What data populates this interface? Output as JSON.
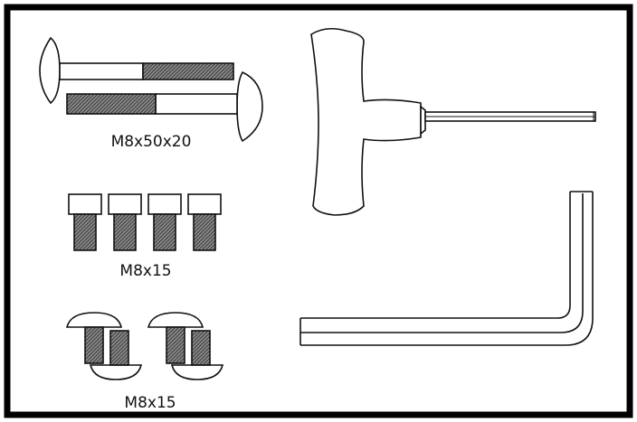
{
  "labels": {
    "long_bolts": "M8x50x20",
    "socket_screws": "M8x15",
    "round_head_bolts": "M8x15"
  },
  "colors": {
    "stroke": "#111111",
    "thread": "#7a7a7a",
    "background": "#ffffff",
    "frame": "#000000"
  }
}
